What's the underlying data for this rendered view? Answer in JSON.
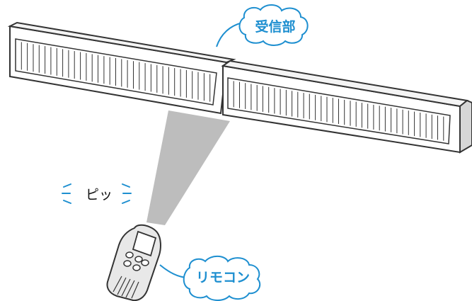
{
  "labels": {
    "receiver": "受信部",
    "beep": "ピッ",
    "remote": "リモコン"
  },
  "colors": {
    "accent": "#1e8fd0",
    "line": "#333333",
    "beam": "#bdbdbd",
    "panel_light": "#f4f4f4",
    "panel_shade": "#d6d6d6"
  },
  "icons": [
    "receiver-panel",
    "remote-control",
    "ir-beam",
    "speech-bubble",
    "beep-lines"
  ]
}
